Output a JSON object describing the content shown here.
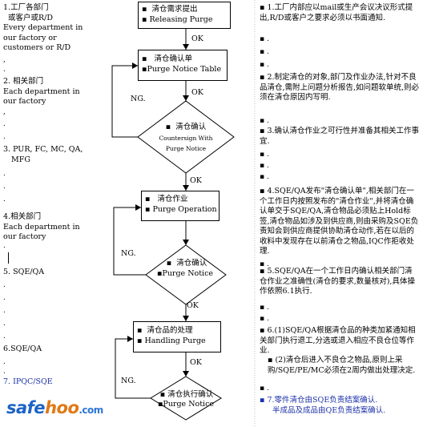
{
  "left": {
    "i1_a": "1.工厂各部门",
    "i1_b": "或客户或R/D",
    "i1_c": "Every department in",
    "i1_d": "our factory or",
    "i1_e": "customers or R/D",
    "i2_a": "2. 相关部门",
    "i2_b": "Each department in",
    "i2_c": "our factory",
    "i3_a": "3. PUR, FC, MC, QA,",
    "i3_b": "MFG",
    "i4_a": "4.相关部门",
    "i4_b": "Each department in",
    "i4_c": "our factory",
    "i5": "5. SQE/QA",
    "i6": "6.SQE/QA",
    "i7": "7. IPQC/SQE"
  },
  "flow": {
    "b1_l1": "清仓需求提出",
    "b1_l2": "Releasing Purge",
    "b2_l1": "清仓确认单",
    "b2_l2": "Purge Notice Table",
    "d1_l1": "清仓确认",
    "d1_l2": "Countersign With",
    "d1_l3": "Purge Notice",
    "b3_l1": "清仓作业",
    "b3_l2": "Purge Operation",
    "d2_l1": "清仓确认",
    "d2_l2": "Purge Notice",
    "b4_l1": "清仓品的处理",
    "b4_l2": "Handling Purge",
    "d3_l1": "清仓执行确认",
    "d3_l2": "Purge Notice",
    "ok": "OK",
    "ng": "NG."
  },
  "right": {
    "r1": "1.工厂内部应以mail或生产会议决议形式提出,R/D或客户之要求必须以书面通知.",
    "r2": "2.制定清仓的对象,部门及作业办法,针对不良品清仓,需附上问题分析报告,如问题软单统,则必须在清仓原因内写明.",
    "r3": "3.确认清仓作业之可行性并准备其相关工作事宜.",
    "r4": "4.SQE/QA发布\"清仓确认单\",相关部门在一个工作日内按照发布的\"清仓作业\",并将清仓确认单交于SQE/QA,清仓物品必须贴上Hold标签,清仓物品如涉及到供应商,则由采购及SQE负责知会到供应商提供协助清仓动作,若在以后的收料中发现存在以前清仓之物品,IQC作拒收处理.",
    "r5": "5.SQE/QA在一个工作日内确认相关部门清仓作业之准确性(清仓的要求,数量核对),具体操作依照6.1执行.",
    "r6a": "6.(1)SQE/QA根据清仓品的种类加紧通知相关部门执行退工,分选或退入相应不良仓位等作业.",
    "r6b": "(2)清仓后进入不良仓之物品,原则上采购/SQE/PE/MC必须在2周内做出处理决定.",
    "r7a": "7.零件清仓由SQE负责结案确认.",
    "r7b": "半成品及成品由QE负责结案确认."
  },
  "watermark": {
    "a": "safe",
    "b": "hoo",
    "c": ".com"
  },
  "colors": {
    "link_blue": "#1a2fa8",
    "watermark_blue": "#1d63c6",
    "watermark_orange": "#e07916"
  }
}
